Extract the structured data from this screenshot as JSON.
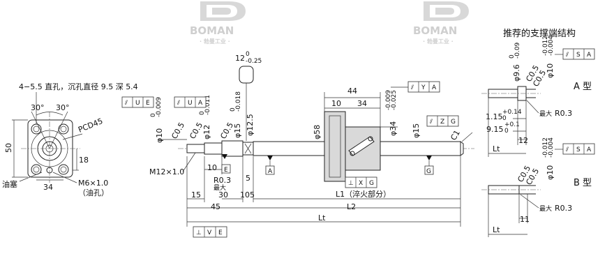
{
  "watermark": {
    "brand": "BOMAN",
    "subtitle": "· 勃曼工业 ·"
  },
  "front_view": {
    "note_holes": "4−5.5 直孔，沉孔直径 9.5 深 5.4",
    "angle_left": "30°",
    "angle_right": "30°",
    "pcd": "PCD45",
    "dim_height": "50",
    "dim_18": "18",
    "dim_width": "34",
    "oil_plug": "油塞",
    "oil_hole_size": "M6×1.0",
    "oil_hole_label": "（油孔）"
  },
  "shaft_view": {
    "d_top_12": "12",
    "d_top_12_tol": "-0.25",
    "d_top_12_tol0": "0",
    "d10": "φ10",
    "d10_tol": "-0.009",
    "d10_tol0": "0",
    "c05_a": "C0.5",
    "c05_b": "C0.5",
    "d12": "φ12",
    "d12_tol": "-0.011",
    "d12_tol0": "0",
    "c05_c": "C0.5",
    "d15": "φ15",
    "d15_tol": "-0.018",
    "d15_tol0": "0",
    "d125": "φ12.5",
    "thread": "M12×1.0",
    "dim_10": "10",
    "dim_15": "15",
    "dim_30": "30",
    "dim_5": "5",
    "dim_105": "105",
    "dim_45": "45",
    "r03": "R0.3",
    "max_label": "最大",
    "dim_44": "44",
    "dim_10b": "10",
    "dim_34": "34",
    "d58": "φ58",
    "d34": "φ34",
    "d34_tol": "-0.025",
    "d34_tol2": "-0.009",
    "d15b": "φ15",
    "c1": "C1",
    "l1": "L1（淬火部分）",
    "l2": "L2",
    "lt": "Lt"
  },
  "frames": {
    "f1": [
      "⫽",
      "U",
      "E"
    ],
    "f2": [
      "⫽",
      "U",
      "A"
    ],
    "f3": [
      "⫽",
      "Y",
      "A"
    ],
    "f4": [
      "⫽",
      "Z",
      "G"
    ],
    "f5": [
      "⊥",
      "X",
      "G"
    ],
    "f6": [
      "⊥",
      "V",
      "E"
    ],
    "fa": [
      "⫽",
      "S",
      "A"
    ],
    "fb": [
      "⫽",
      "S",
      "A"
    ]
  },
  "datums": {
    "e": "E",
    "a": "A",
    "g": "G"
  },
  "support_end": {
    "title": "推荐的支撑端结构",
    "type_a": "A 型",
    "type_b": "B 型",
    "a_d96": "φ9.6",
    "a_d96_tol": "-0.09",
    "a_d96_tol0": "0",
    "a_c05a": "C0.5",
    "a_c05b": "C0.5",
    "a_d10": "φ10",
    "a_d10_tol": "-0.004",
    "a_d10_tol2": "-0.012",
    "a_115": "1.15",
    "a_115_tol": "+0.14",
    "a_115_tol0": "0",
    "a_915": "9.15",
    "a_915_tol": "+0.1",
    "a_915_tol0": "0",
    "a_max": "最大",
    "a_r03": "R0.3",
    "a_12": "12",
    "a_lt": "Lt",
    "b_c05a": "C0.5",
    "b_c05b": "C0.5",
    "b_d10": "φ10",
    "b_d10_tol": "-0.004",
    "b_d10_tol2": "-0.012",
    "b_max": "最大",
    "b_r03": "R0.3",
    "b_11": "11",
    "b_lt": "Lt"
  }
}
